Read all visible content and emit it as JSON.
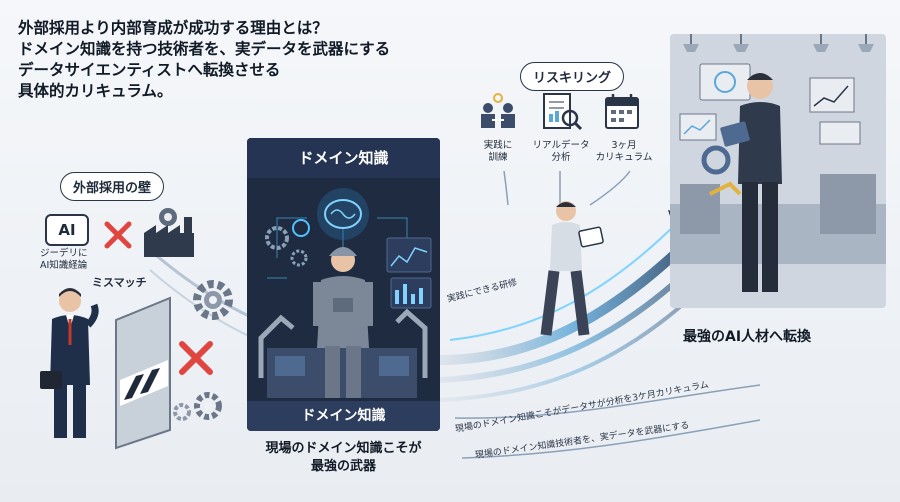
{
  "title": {
    "line1": "外部採用より内部育成が成功する理由とは？",
    "line2": "ドメイン知識を持つ技術者を、実データを武器にする",
    "line3": "データサイエンティストへ転換させる",
    "line4": "具体的カリキュラム。"
  },
  "left": {
    "barrier_label": "外部採用の壁",
    "ai_badge": "AI",
    "ai_caption": "ジーデリに\nAI知識経論",
    "mismatch": "ミスマッチ"
  },
  "center": {
    "panel_title": "ドメイン知識",
    "panel_footer": "ドメイン知識",
    "caption_line1": "現場のドメイン知識こそが",
    "caption_line2": "最強の武器"
  },
  "reskilling": {
    "label": "リスキリング",
    "items": [
      {
        "label": "実践に\n訓練",
        "icon": "handshake-icon"
      },
      {
        "label": "リアルデータ\n分析",
        "icon": "document-magnifier-icon"
      },
      {
        "label": "3ヶ月\nカリキュラム",
        "icon": "calendar-icon"
      }
    ]
  },
  "flow_texts": {
    "t1": "実践にできる研修",
    "t2": "現場のドメイン知識こそがデータサが分析を3ケ月カリキュラム",
    "t3": "現場のドメイン知識技術者を、実データを武器にする"
  },
  "result": {
    "label": "最強のAI人材へ転換"
  },
  "colors": {
    "accent_red": "#e0463f",
    "panel_navy": "#1e2b40",
    "glow": "#4fc3ff"
  }
}
